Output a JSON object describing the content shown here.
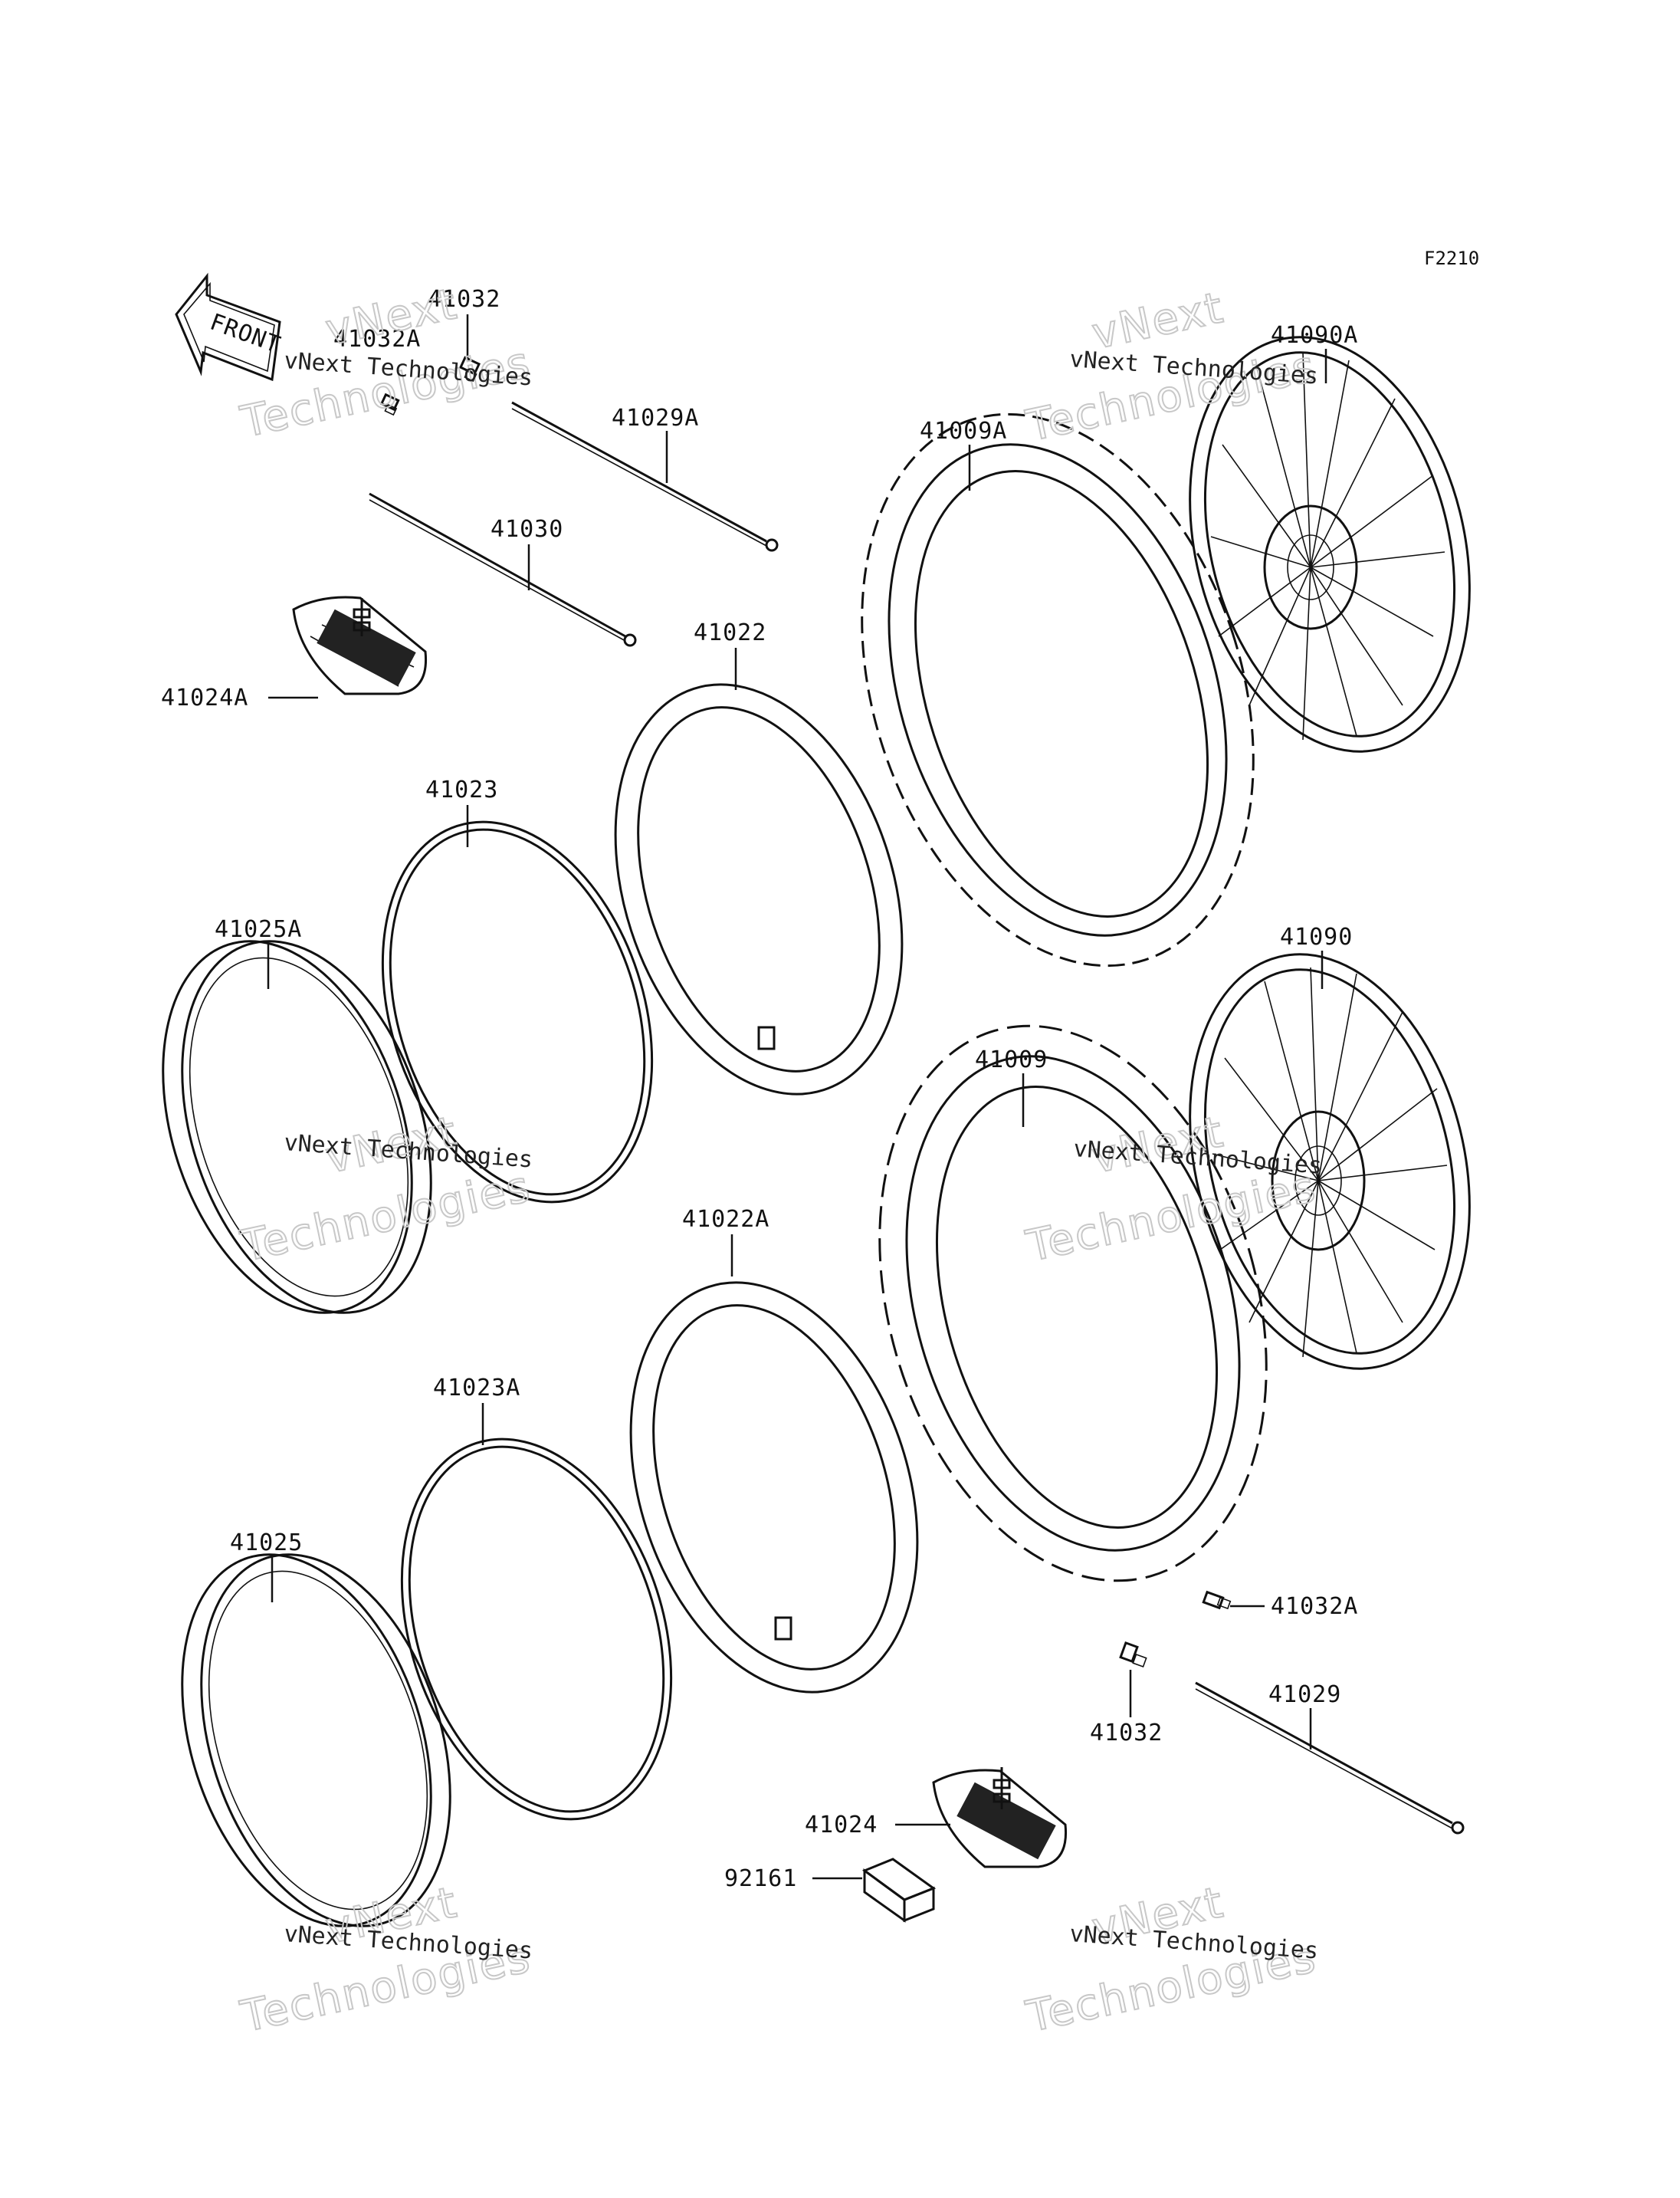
{
  "figure_code": "F2210",
  "front_label": "FRONT",
  "watermark": {
    "text_small": "vNext Technologies",
    "text_big_line1": "vNext",
    "text_big_line2": "Technologies"
  },
  "parts": [
    {
      "id": "41032",
      "label": "41032"
    },
    {
      "id": "41032A",
      "label": "41032A"
    },
    {
      "id": "41029A",
      "label": "41029A"
    },
    {
      "id": "41030",
      "label": "41030"
    },
    {
      "id": "41024A",
      "label": "41024A"
    },
    {
      "id": "41022",
      "label": "41022"
    },
    {
      "id": "41023",
      "label": "41023"
    },
    {
      "id": "41025A",
      "label": "41025A"
    },
    {
      "id": "41009A",
      "label": "41009A"
    },
    {
      "id": "41090A",
      "label": "41090A"
    },
    {
      "id": "41090",
      "label": "41090"
    },
    {
      "id": "41009",
      "label": "41009"
    },
    {
      "id": "41022A",
      "label": "41022A"
    },
    {
      "id": "41023A",
      "label": "41023A"
    },
    {
      "id": "41025",
      "label": "41025"
    },
    {
      "id": "41032A-2",
      "label": "41032A"
    },
    {
      "id": "41029",
      "label": "41029"
    },
    {
      "id": "41032-2",
      "label": "41032"
    },
    {
      "id": "41024",
      "label": "41024"
    },
    {
      "id": "92161",
      "label": "92161"
    }
  ]
}
